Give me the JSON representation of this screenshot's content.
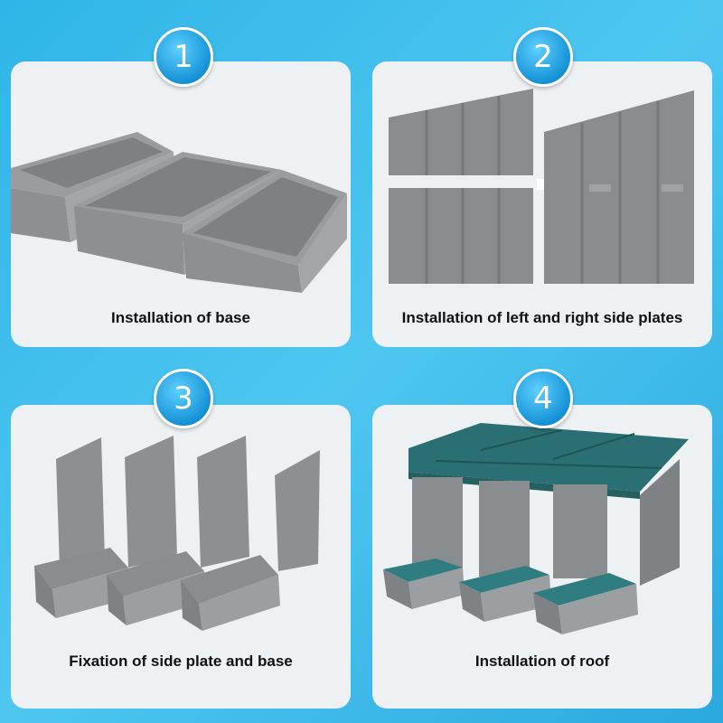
{
  "steps": [
    {
      "number": "1",
      "caption": "Installation of base"
    },
    {
      "number": "2",
      "caption": "Installation of left and right side plates"
    },
    {
      "number": "3",
      "caption": "Fixation of side plate and base"
    },
    {
      "number": "4",
      "caption": "Installation of roof"
    }
  ],
  "colors": {
    "background": "#2fb5e8",
    "panel": "#eef1f4",
    "plastic_gray": "#8a8d90",
    "roof_teal": "#2a6f73",
    "badge": "#1592d6"
  }
}
